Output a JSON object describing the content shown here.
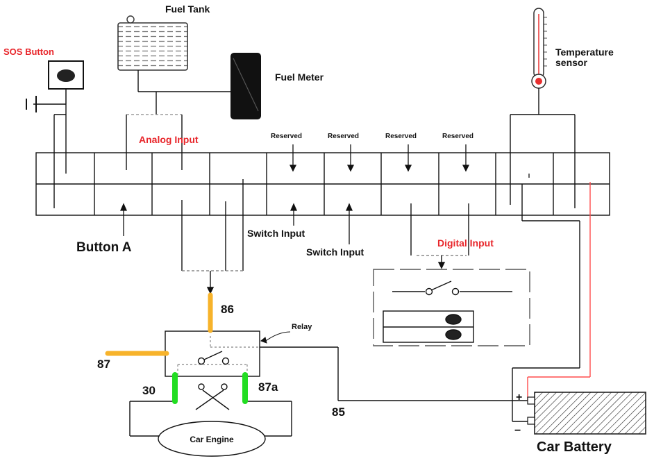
{
  "colors": {
    "line": "#111111",
    "red_label": "#e8262b",
    "red_wire": "#ff4b4b",
    "orange": "#f7b32b",
    "green": "#22dd22",
    "thermo_bulb": "#e83030"
  },
  "labels": {
    "fuel_tank": "Fuel Tank",
    "sos_button": "SOS Button",
    "fuel_meter": "Fuel Meter",
    "temperature_line1": "Temperature",
    "temperature_line2": "sensor",
    "analog_input": "Analog Input",
    "reserved_1": "Reserved",
    "reserved_2": "Reserved",
    "reserved_3": "Reserved",
    "reserved_4": "Reserved",
    "switch_input_1": "Switch Input",
    "switch_input_2": "Switch Input",
    "button_a": "Button A",
    "digital_input": "Digital Input",
    "relay": "Relay",
    "pin_86": "86",
    "pin_87": "87",
    "pin_30": "30",
    "pin_87a": "87a",
    "pin_85": "85",
    "car_engine": "Car Engine",
    "car_battery": "Car Battery",
    "plus": "+",
    "minus": "−"
  }
}
